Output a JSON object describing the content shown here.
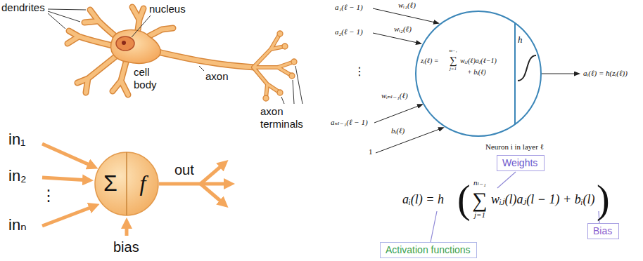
{
  "diagram": {
    "nodes": [
      {
        "text": [
          "Σ",
          "f"
        ]
      },
      {
        "text": [
          "zᵢ(ℓ) =",
          "nₗ₋₁",
          "∑",
          "j=1",
          "wᵢⱼ(ℓ)aⱼ(ℓ−1)",
          "+ bᵢ(ℓ)",
          "h",
          "Neuron i in layer ℓ"
        ]
      },
      {
        "text": [
          "Weights"
        ]
      },
      {
        "text": [
          "Bias"
        ]
      },
      {
        "text": [
          "Activation functions"
        ]
      }
    ],
    "labels": [
      "dendrites",
      "nucleus",
      "cell body",
      "axon",
      "axon terminals",
      "in₁",
      "in₂",
      "⋮",
      "inₙ",
      "out",
      "bias",
      "a₁(ℓ − 1)",
      "wᵢ₁(ℓ)",
      "a₂(ℓ − 1)",
      "wᵢ₂(ℓ)",
      "⋮",
      "wᵢₙₗ₋₁(ℓ)",
      "aₙₗ₋₁(ℓ − 1)",
      "bᵢ(ℓ)",
      "1",
      "aᵢ(ℓ) = h(zᵢ(ℓ))",
      "aᵢ(l) = h",
      "(",
      "∑",
      "nₗ₋₁",
      "j=1",
      "wᵢⱼ(l)aⱼ(l − 1) + bᵢ(l)",
      ")"
    ]
  }
}
